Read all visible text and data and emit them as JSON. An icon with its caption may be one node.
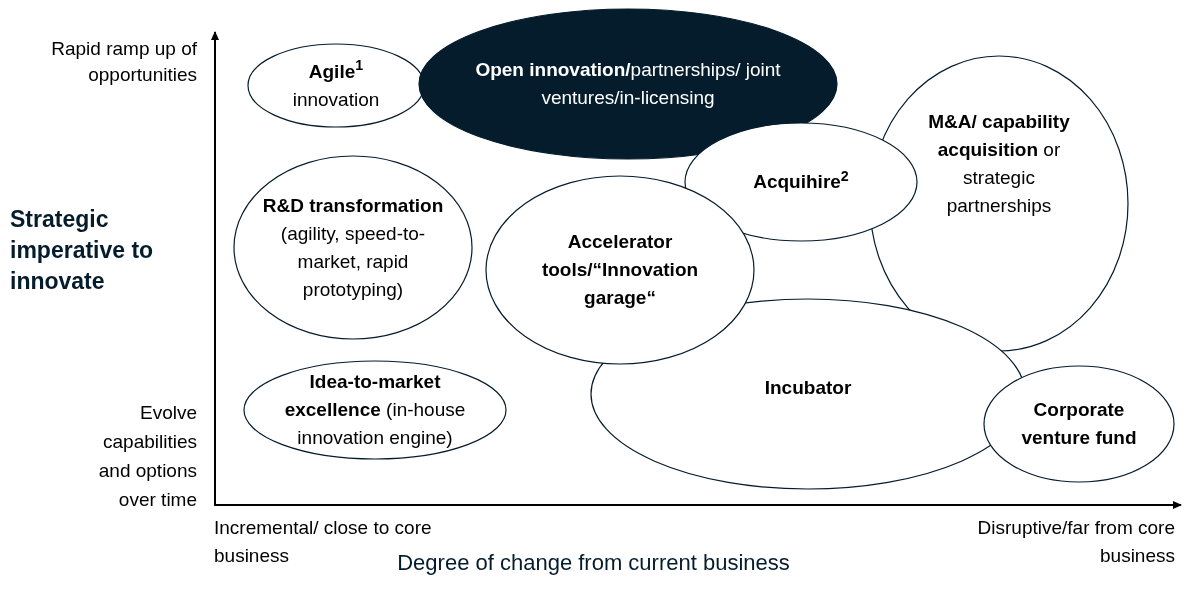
{
  "diagram": {
    "nodes": [
      {
        "text": [
          "**Agile$^{1}$** innovation"
        ]
      },
      {
        "text": [
          "**Open innovation/**partnerships/ joint ventures/in-licensing"
        ]
      },
      {
        "text": [
          "**R&D transformation** (agility, speed-to-market, rapid prototyping)"
        ]
      },
      {
        "text": [
          "**M&A/ capability acquisition** or strategic partnerships"
        ]
      },
      {
        "text": [
          "Acquihire$^{2}$"
        ]
      },
      {
        "text": [
          "Incubator"
        ]
      },
      {
        "text": [
          "Accelerator tools/“Innovation garage“"
        ]
      },
      {
        "text": [
          "**Idea-to-market excellence** (in-house innovation engine)"
        ]
      },
      {
        "text": [
          "Corporate venture fund"
        ]
      }
    ],
    "labels": [
      "Rapid ramp up of opportunities",
      "Strategic imperative to innovate",
      "Evolve capabilities and options over time",
      "Incremental/ close to core business",
      "Disruptive/far from core business",
      "Degree of change from current business"
    ]
  }
}
